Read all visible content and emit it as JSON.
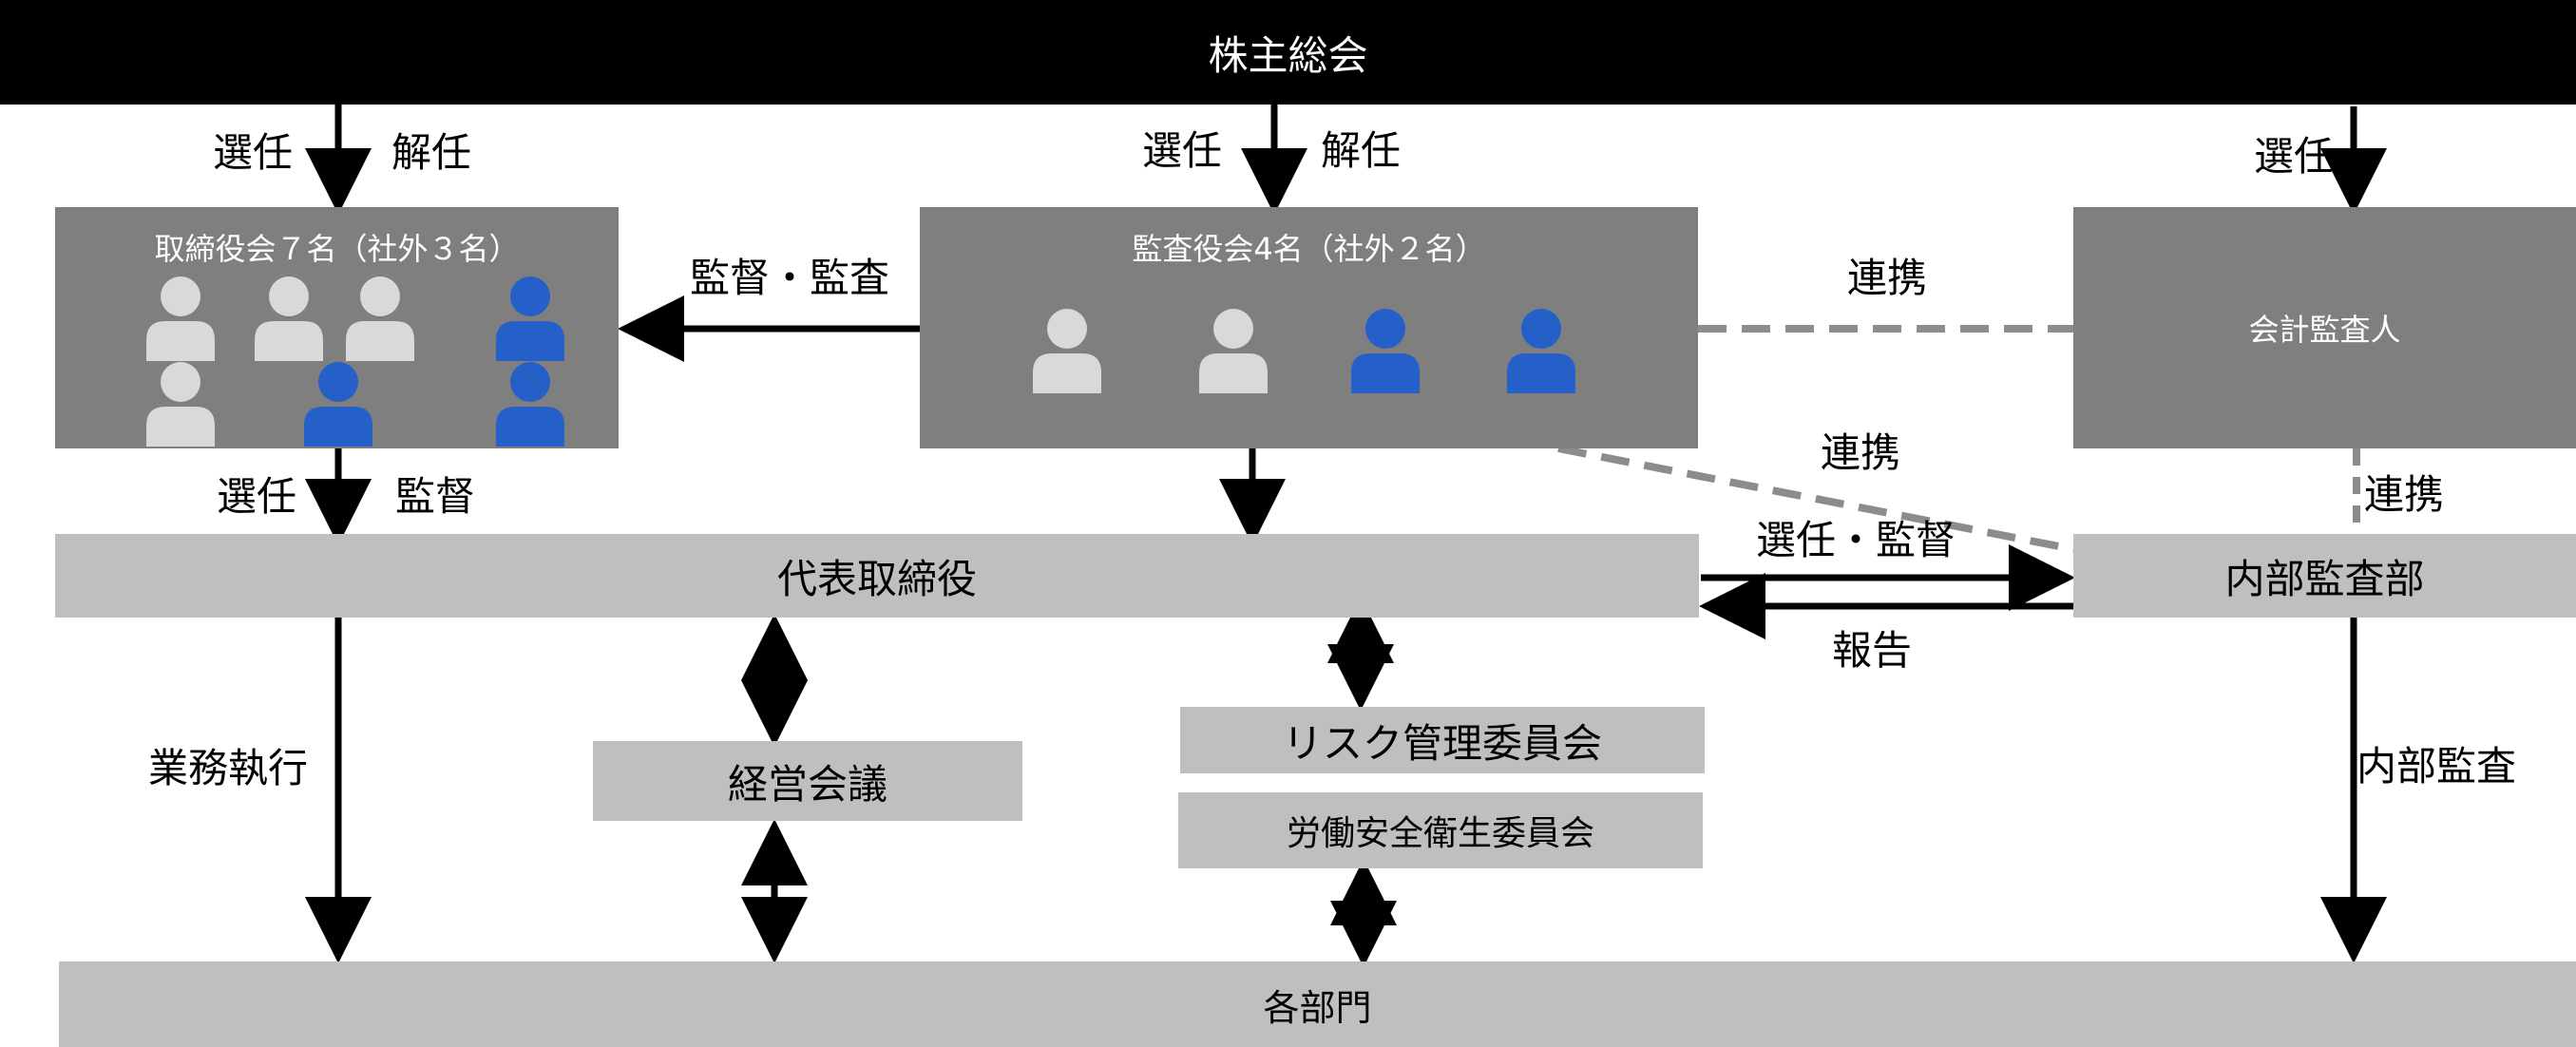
{
  "nodes": {
    "shareholders": "株主総会",
    "board": "取締役会７名（社外３名）",
    "audit_board": "監査役会4名（社外２名）",
    "accounting_auditor": "会計監査人",
    "representative": "代表取締役",
    "internal_audit": "内部監査部",
    "management_meeting": "経営会議",
    "risk_committee": "リスク管理委員会",
    "safety_committee": "労働安全衛生委員会",
    "departments": "各部門"
  },
  "labels": {
    "elect_1": "選任",
    "dismiss_1": "解任",
    "elect_2": "選任",
    "dismiss_2": "解任",
    "elect_3": "選任",
    "supervise_audit": "監督・監査",
    "cooperate_1": "連携",
    "cooperate_2": "連携",
    "cooperate_3": "連携",
    "elect_4": "選任",
    "supervise_1": "監督",
    "elect_supervise": "選任・監督",
    "report": "報告",
    "business_execution": "業務執行",
    "internal_audit_action": "内部監査"
  },
  "colors": {
    "black": "#000000",
    "dark_gray": "#7f7f7f",
    "light_gray": "#bfbfbf",
    "person_gray": "#d9d9d9",
    "person_blue": "#2460c8",
    "dash_gray": "#8c8c8c"
  },
  "board_members": {
    "total": 7,
    "outside": 3,
    "icons": [
      "person-icon-gray",
      "person-icon-gray",
      "person-icon-gray",
      "person-icon-blue",
      "person-icon-gray",
      "person-icon-blue",
      "person-icon-blue"
    ]
  },
  "audit_members": {
    "total": 4,
    "outside": 2,
    "icons": [
      "person-icon-gray",
      "person-icon-gray",
      "person-icon-blue",
      "person-icon-blue"
    ]
  }
}
